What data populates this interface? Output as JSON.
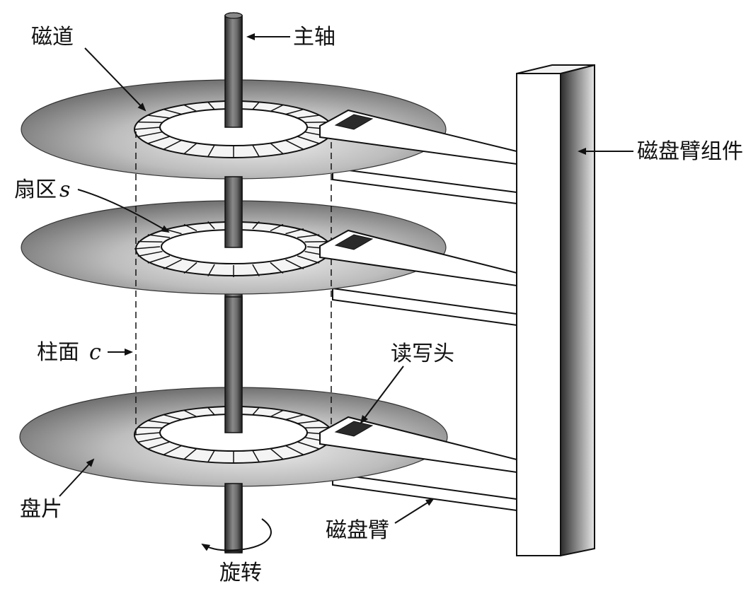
{
  "labels": {
    "track": "磁道",
    "spindle": "主轴",
    "arm_assembly": "磁盘臂组件",
    "sector": "扇区",
    "sector_var": "s",
    "cylinder": "柱面",
    "cylinder_var": "c",
    "head": "读写头",
    "platter": "盘片",
    "arm": "磁盘臂",
    "rotation": "旋转"
  },
  "colors": {
    "platter_dark": "#5a5a5a",
    "platter_light": "#d9d9d9",
    "ring_fill": "#f4f4f4",
    "line": "#111111",
    "background": "#ffffff"
  },
  "icons": {
    "rotation_arrow": "curved-arrow-icon"
  }
}
